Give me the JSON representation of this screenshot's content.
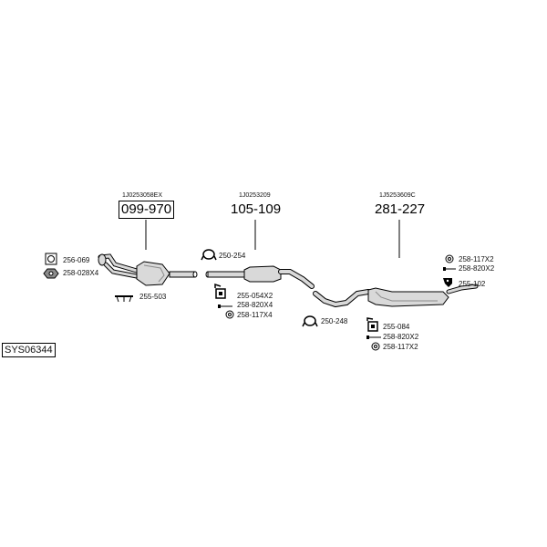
{
  "system_code": "SYS06344",
  "assemblies": [
    {
      "oem": "1J0253058EX",
      "part": "099-970"
    },
    {
      "oem": "1J0253209",
      "part": "105-109"
    },
    {
      "oem": "1J5253609C",
      "part": "281-227"
    }
  ],
  "parts": {
    "p256_069": "256-069",
    "p258_028x4": "258-028X4",
    "p255_503": "255-503",
    "p250_254": "250-254",
    "p255_054x2": "255-054X2",
    "p258_820x4": "258-820X4",
    "p258_117x4": "258-117X4",
    "p250_248": "250-248",
    "p255_084": "255-084",
    "p258_820x2_a": "258-820X2",
    "p258_117x2_a": "258-117X2",
    "p258_117x2_b": "258-117X2",
    "p258_820x2_b": "258-820X2",
    "p255_102": "255-102"
  },
  "colors": {
    "line": "#000000",
    "part_fill": "#d9d9d9",
    "part_dark": "#8c8c8c"
  }
}
